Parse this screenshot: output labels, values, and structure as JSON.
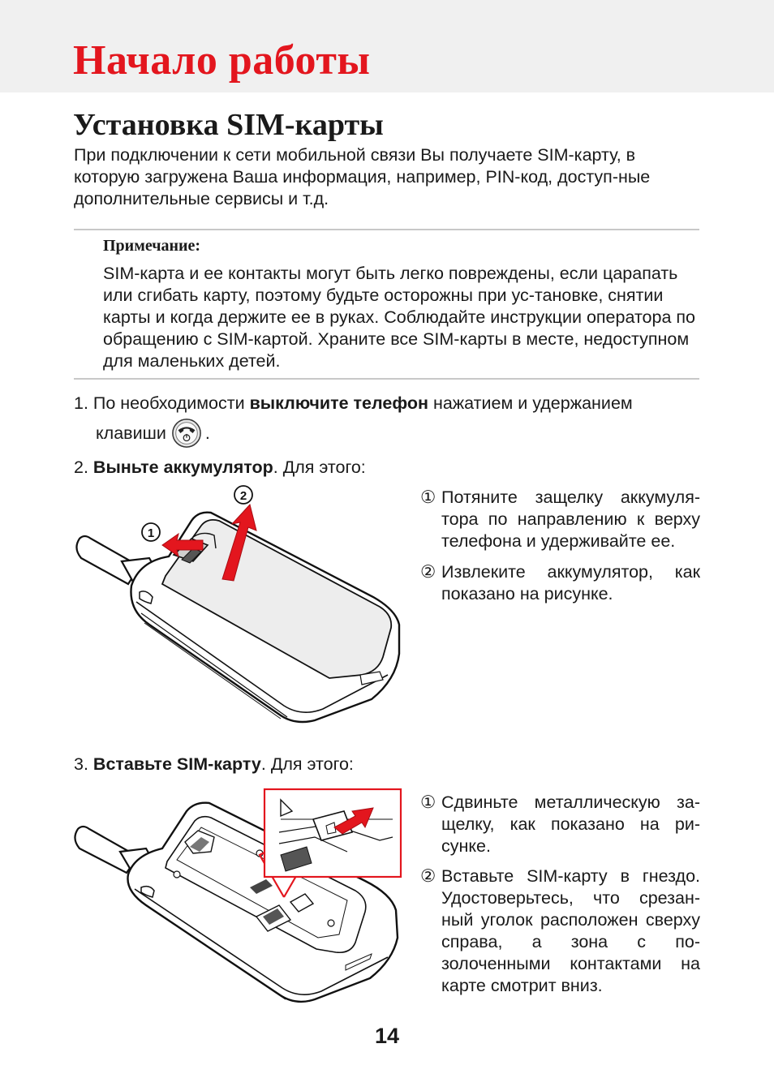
{
  "header": {
    "chapter_title": "Начало работы"
  },
  "section": {
    "title": "Установка SIM-карты",
    "intro": "При подключении к сети мобильной связи Вы получаете SIM-карту, в которую загружена Ваша информация, например, PIN-код, доступ-ные дополнительные сервисы и т.д."
  },
  "note": {
    "title": "Примечание:",
    "text": "SIM-карта и ее контакты могут быть легко повреждены, если царапать или сгибать карту, поэтому будьте осторожны при ус-тановке, снятии карты и когда держите ее в руках. Соблюдайте инструкции оператора по обращению с SIM-картой. Храните все SIM-карты в месте, недоступном для маленьких детей."
  },
  "steps": [
    {
      "number": "1.",
      "pre": "По необходимости ",
      "bold": "выключите телефон",
      "post": " нажатием и удержанием",
      "line2_pre": "клавиши",
      "line2_post": ".",
      "key_icon": "end-call-power-key-icon"
    },
    {
      "number": "2.",
      "bold": "Выньте аккумулятор",
      "post": ". Для этого:",
      "figure_labels": [
        "1",
        "2"
      ],
      "instructions": [
        {
          "num": "①",
          "text": "Потяните защелку аккумуля-тора по направлению к верху телефона и удерживайте ее."
        },
        {
          "num": "②",
          "text": "Извлеките аккумулятор, как показано на рисунке."
        }
      ]
    },
    {
      "number": "3.",
      "bold": "Вставьте SIM-карту",
      "post": ". Для этого:",
      "instructions": [
        {
          "num": "①",
          "text": "Сдвиньте металлическую за-щелку, как показано на ри-сунке."
        },
        {
          "num": "②",
          "text": "Вставьте SIM-карту в гнездо. Удостоверьтесь, что срезан-ный уголок расположен сверху справа, а зона с по-золоченными контактами на карте смотрит вниз."
        }
      ]
    }
  ],
  "colors": {
    "accent": "#e3161e",
    "rule": "#c8c8c8",
    "header_band": "#f0f0f0"
  },
  "page_number": "14"
}
